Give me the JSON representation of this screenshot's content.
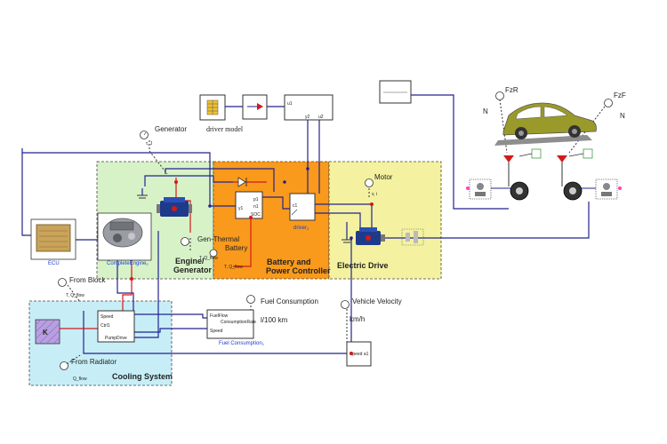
{
  "zones": {
    "engine": "Engine/\nGenerator",
    "battery": "Battery and\nPower Controller",
    "electric": "Electric Drive",
    "cooling": "Cooling System"
  },
  "labels": {
    "generator": "Generator",
    "generator_var": "τ, J",
    "driver_model": "driver model",
    "motor": "Motor",
    "motor_var": "v, i",
    "gen_thermal": "Gen-Thermal",
    "battery": "Battery",
    "t_q_flow_gen": "T, Q_flow",
    "t_q_flow_batt": "T, Q_flow",
    "from_block": "From Block",
    "t_q_flow_block": "T, Q_flow",
    "from_radiator": "From Radiator",
    "q_flow": "Q_flow",
    "fuel_consumption": "Fuel Consumption",
    "fuel_unit": "l/100 km",
    "vehicle_velocity": "Vehicle Velocity",
    "velocity_unit": "km/h",
    "fzr": "FzR",
    "fzr_unit": "N",
    "fzf": "FzF",
    "fzf_unit": "N",
    "ecu": "ECU",
    "complete_engine": "CompleteEngine",
    "complete_engine_sub": "2",
    "driver": "driver",
    "driver_sub": "2",
    "fuel_consumption_block": "Fuel Consumption",
    "fuel_consumption_sub": "1",
    "fuelflow": "FuelFlow",
    "consumption_rate": "ConsumptionRate",
    "speed": "Speed",
    "speed2": "Speed",
    "pump_drive": "PumpDrive",
    "speed_a1": "Speed a1",
    "k": "K",
    "y1": "y1",
    "p1": "p1",
    "n1": "n1",
    "soc": "SOC",
    "u1": "u1",
    "y2": "y2",
    "u2": "u2",
    "ctrl1": "Ctrl1",
    "c1": "c1"
  },
  "colors": {
    "engine_zone": "#d8f2c8",
    "battery_zone": "#f99a1c",
    "electric_zone": "#f4f2a0",
    "cooling_zone": "#c7eef7",
    "wire_blue": "#23238e",
    "wire_red": "#d21a1a",
    "car_body": "#9a9a2a"
  }
}
